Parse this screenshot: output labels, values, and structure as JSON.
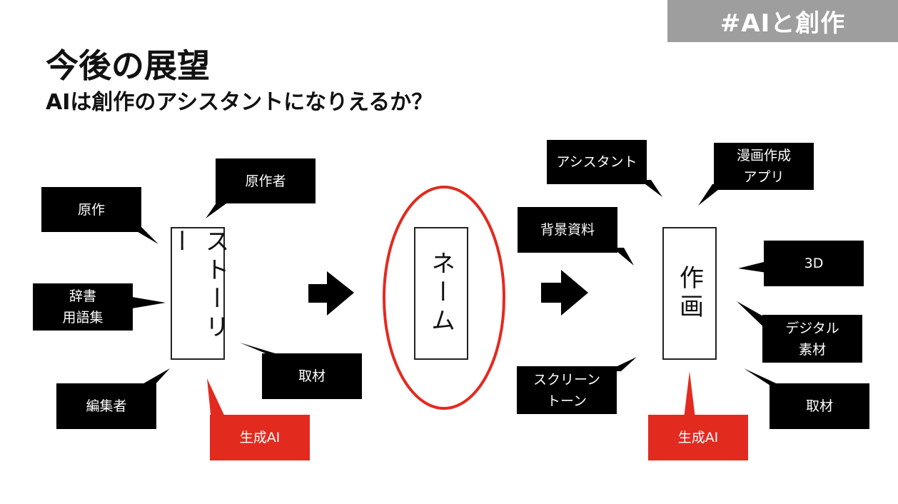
{
  "tag": "#AIと創作",
  "title": "今後の展望",
  "subtitle": "AIは創作のアシスタントになりえるか？",
  "stages": {
    "story": "ストーリー",
    "name": "ネーム",
    "artwork": "作画"
  },
  "story_inputs": {
    "original_work": "原作",
    "original_author": "原作者",
    "dictionary": "辞書\n用語集",
    "editor": "編集者",
    "research": "取材",
    "generative_ai": "生成AI"
  },
  "artwork_inputs": {
    "assistant": "アシスタント",
    "manga_app": "漫画作成\nアプリ",
    "background_materials": "背景資料",
    "screen_tone": "スクリーン\nトーン",
    "three_d": "3D",
    "digital_materials": "デジタル\n素材",
    "research": "取材",
    "generative_ai": "生成AI"
  },
  "colors": {
    "bubble": "#000000",
    "highlight": "#e32a1f",
    "tag_background": "#9e9e9e"
  }
}
